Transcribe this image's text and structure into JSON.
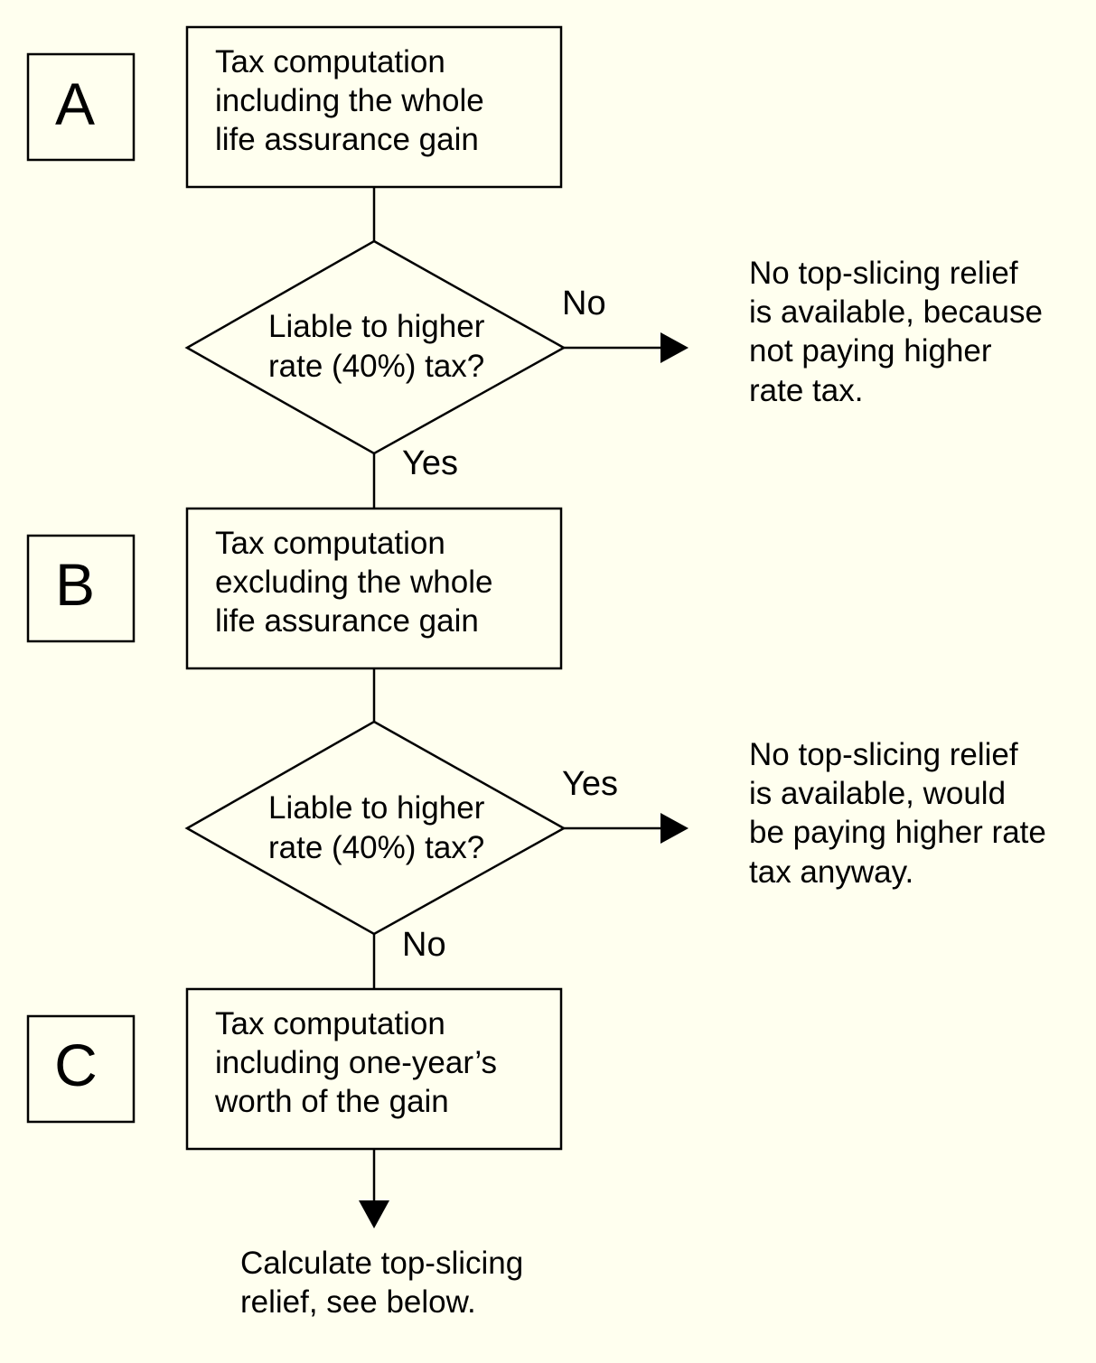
{
  "markers": {
    "a": "A",
    "b": "B",
    "c": "C"
  },
  "box_a": [
    "Tax computation",
    "including the whole",
    "life assurance gain"
  ],
  "decision_1": [
    "Liable to higher",
    "rate (40%) tax?"
  ],
  "decision_1_no": "No",
  "decision_1_yes": "Yes",
  "outcome_1": [
    "No top-slicing relief",
    "is available, because",
    "not paying higher",
    "rate tax."
  ],
  "box_b": [
    "Tax computation",
    "excluding the whole",
    "life assurance gain"
  ],
  "decision_2": [
    "Liable to higher",
    "rate (40%) tax?"
  ],
  "decision_2_yes": "Yes",
  "decision_2_no": "No",
  "outcome_2": [
    "No top-slicing relief",
    "is available, would",
    "be paying higher rate",
    "tax anyway."
  ],
  "box_c": [
    "Tax computation",
    "including one-year’s",
    "worth of the gain"
  ],
  "final_step": [
    "Calculate top-slicing",
    "relief, see below."
  ]
}
